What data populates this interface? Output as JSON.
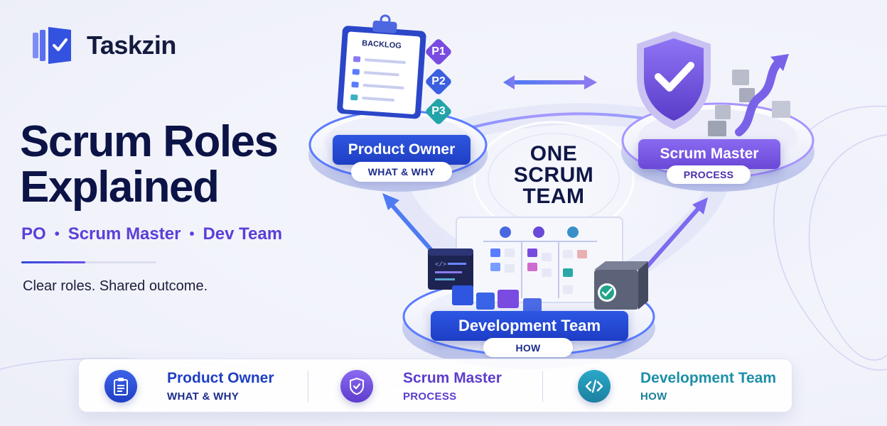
{
  "brand": {
    "name": "Taskzin"
  },
  "hero": {
    "title": "Scrum Roles Explained",
    "subtitle_items": [
      "PO",
      "Scrum Master",
      "Dev Team"
    ],
    "tagline": "Clear roles. Shared outcome."
  },
  "diagram": {
    "center_label": "ONE SCRUM TEAM",
    "product_owner": {
      "label": "Product Owner",
      "focus": "WHAT & WHY",
      "backlog_title": "BACKLOG",
      "priorities": [
        "P1",
        "P2",
        "P3"
      ]
    },
    "scrum_master": {
      "label": "Scrum Master",
      "focus": "PROCESS"
    },
    "development_team": {
      "label": "Development Team",
      "focus": "HOW"
    }
  },
  "legend": [
    {
      "name": "Product Owner",
      "desc": "WHAT & WHY",
      "color": "#2f4fd6",
      "icon": "clipboard-icon"
    },
    {
      "name": "Scrum Master",
      "desc": "PROCESS",
      "color": "#6a48d8",
      "icon": "shield-icon"
    },
    {
      "name": "Development Team",
      "desc": "HOW",
      "color": "#1c8fa8",
      "icon": "code-icon"
    }
  ],
  "colors": {
    "primary": "#2f4fd6",
    "accent": "#6a48d8",
    "teal": "#1c8fa8",
    "ink": "#0c1346"
  }
}
